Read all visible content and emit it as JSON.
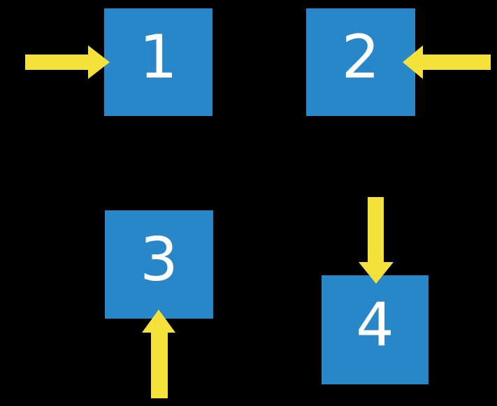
{
  "canvas": {
    "background": "#000000"
  },
  "colors": {
    "box_fill": "#2787C8",
    "box_text": "#FFFFFF",
    "arrow_fill": "#F6E13B"
  },
  "boxes": [
    {
      "label": "1",
      "arrow_direction": "right",
      "arrow_points_at": "left-side"
    },
    {
      "label": "2",
      "arrow_direction": "left",
      "arrow_points_at": "right-side"
    },
    {
      "label": "3",
      "arrow_direction": "up",
      "arrow_points_at": "bottom-side"
    },
    {
      "label": "4",
      "arrow_direction": "down",
      "arrow_points_at": "top-side"
    }
  ]
}
